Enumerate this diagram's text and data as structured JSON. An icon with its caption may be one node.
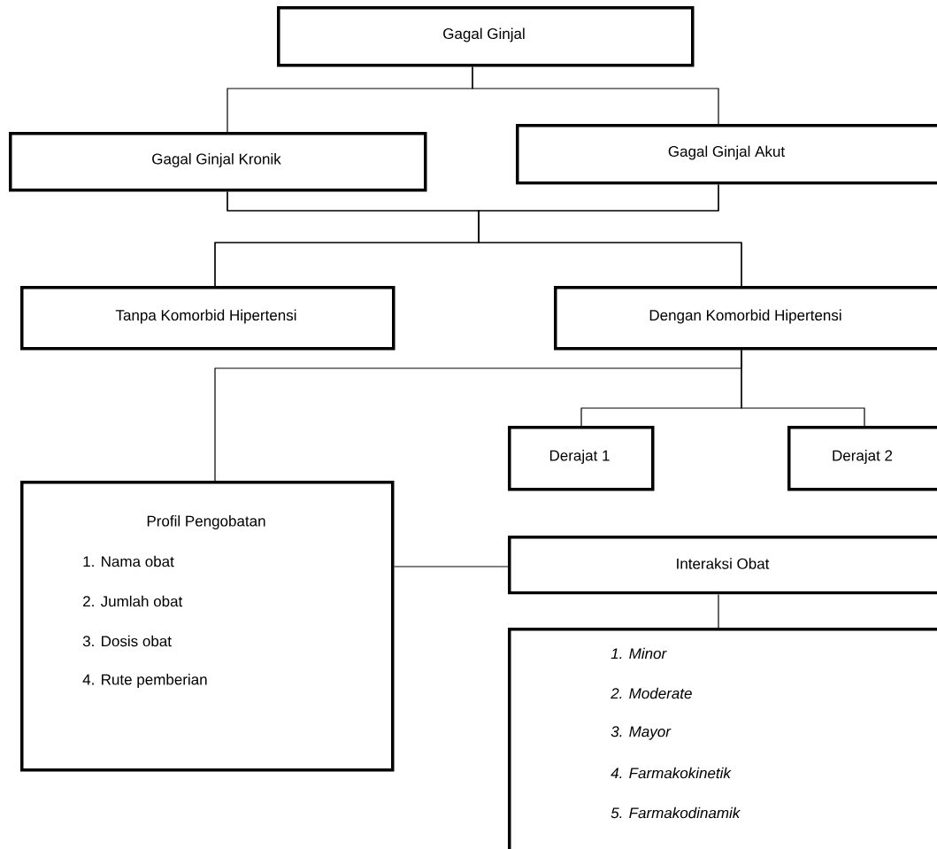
{
  "diagram": {
    "nodes": [
      {
        "text": [
          "Gagal Ginjal"
        ]
      },
      {
        "text": [
          "Gagal Ginjal Kronik"
        ]
      },
      {
        "text": [
          "Gagal Ginjal Akut"
        ]
      },
      {
        "text": [
          "Tanpa Komorbid Hipertensi"
        ]
      },
      {
        "text": [
          "Dengan Komorbid Hipertensi"
        ]
      },
      {
        "text": [
          "Derajat 1"
        ]
      },
      {
        "text": [
          "Derajat 2"
        ]
      },
      {
        "text": [
          "Profil Pengobatan",
          "1. Nama obat",
          "2. Jumlah obat",
          "3. Dosis obat",
          "4. Rute pemberian"
        ]
      },
      {
        "text": [
          "Interaksi Obat"
        ]
      },
      {
        "text": [
          "*1. Minor*",
          "*2. Moderate*",
          "*3. Mayor*",
          "*4. Farmakokinetik*",
          "*5. Farmakodinamik*"
        ]
      }
    ],
    "edges": [
      {
        "from": 0,
        "to": 1,
        "arrow": "none"
      },
      {
        "from": 0,
        "to": 2,
        "arrow": "none"
      },
      {
        "from": 1,
        "to": 3,
        "arrow": "none"
      },
      {
        "from": 1,
        "to": 4,
        "arrow": "none"
      },
      {
        "from": 2,
        "to": 3,
        "arrow": "none"
      },
      {
        "from": 2,
        "to": 4,
        "arrow": "none"
      },
      {
        "from": 4,
        "to": 7,
        "arrow": "none"
      },
      {
        "from": 4,
        "to": 5,
        "arrow": "none"
      },
      {
        "from": 4,
        "to": 6,
        "arrow": "none"
      },
      {
        "from": 7,
        "to": 8,
        "arrow": "none"
      },
      {
        "from": 8,
        "to": 9,
        "arrow": "none"
      }
    ]
  }
}
